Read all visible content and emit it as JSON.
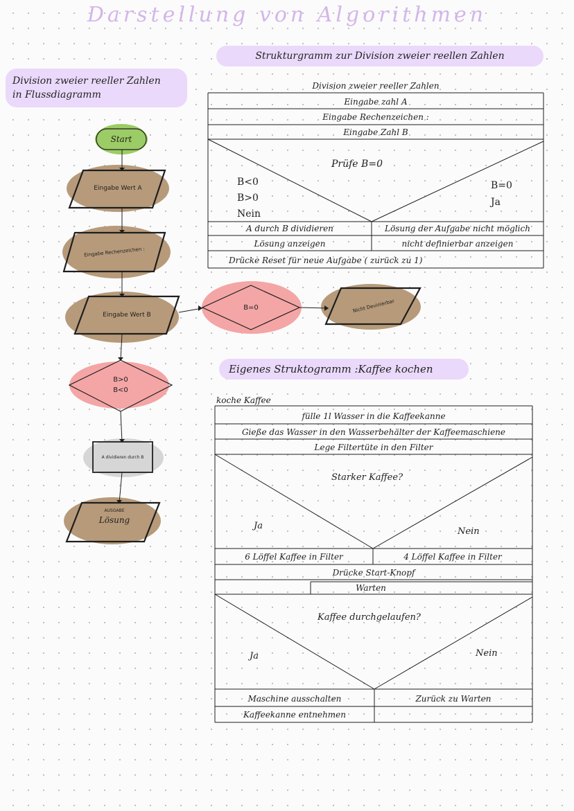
{
  "page_title": "Darstellung von Algorithmen",
  "flow": {
    "heading": "Division zweier reeller Zahlen in Flussdiagramm",
    "start": "Start",
    "input_a": "Eingabe Wert A",
    "input_op": "Eingabe Rechenzeichen :",
    "input_b": "Eingabe Wert B",
    "check_zero": "B=0",
    "not_definable": "Nicht Devinierbar",
    "check_nonzero_1": "B>0",
    "check_nonzero_2": "B<0",
    "divide": "A dividieren durch B",
    "output_small": "AUSGABE",
    "output": "Lösung"
  },
  "division_diagram": {
    "heading": "Strukturgramm zur Division zweier reellen Zahlen",
    "name": "Division zweier reeller Zahlen",
    "rows": [
      "Eingabe zahl A",
      "Eingabe Rechenzeichen :",
      "Eingabe Zahl B"
    ],
    "condition": "Prüfe B=0",
    "left_cases": [
      "B<0",
      "B>0",
      "Nein"
    ],
    "right_cases": [
      "B=0",
      "Ja"
    ],
    "left_actions": [
      "A durch B dividieren",
      "Lösung anzeigen"
    ],
    "right_actions": [
      "Lösung der Aufgabe nicht möglich",
      "nicht definierbar anzeigen"
    ],
    "footer": "Drücke Reset für neue Aufgabe ( zurück zu 1)"
  },
  "coffee_diagram": {
    "heading": "Eigenes Struktogramm :Kaffee kochen",
    "name": "koche Kaffee",
    "rows": [
      "fülle 1l Wasser in die Kaffeekanne",
      "Gieße das Wasser in den Wasserbehälter der Kaffeemaschiene",
      "Lege Filtertüte in den Filter"
    ],
    "condition1": "Starker Kaffee?",
    "yes1": "Ja",
    "no1": "Nein",
    "yes1_action": "6 Löffel Kaffee in Filter",
    "no1_action": "4 Löffel Kaffee in Filter",
    "start": "Drücke Start-Knopf",
    "wait": "Warten",
    "condition2": "Kaffee durchgelaufen?",
    "yes2": "Ja",
    "no2": "Nein",
    "yes2_actions": [
      "Maschine ausschalten",
      "Kaffeekanne entnehmen"
    ],
    "no2_action": "Zurück zu Warten"
  },
  "colors": {
    "accent_purple": "#ead9fa",
    "title_purple": "#d2b6ea",
    "brown": "#b69a7a",
    "pink": "#f4a5a5",
    "green": "#9ccc65",
    "grey": "#d6d6d6"
  }
}
